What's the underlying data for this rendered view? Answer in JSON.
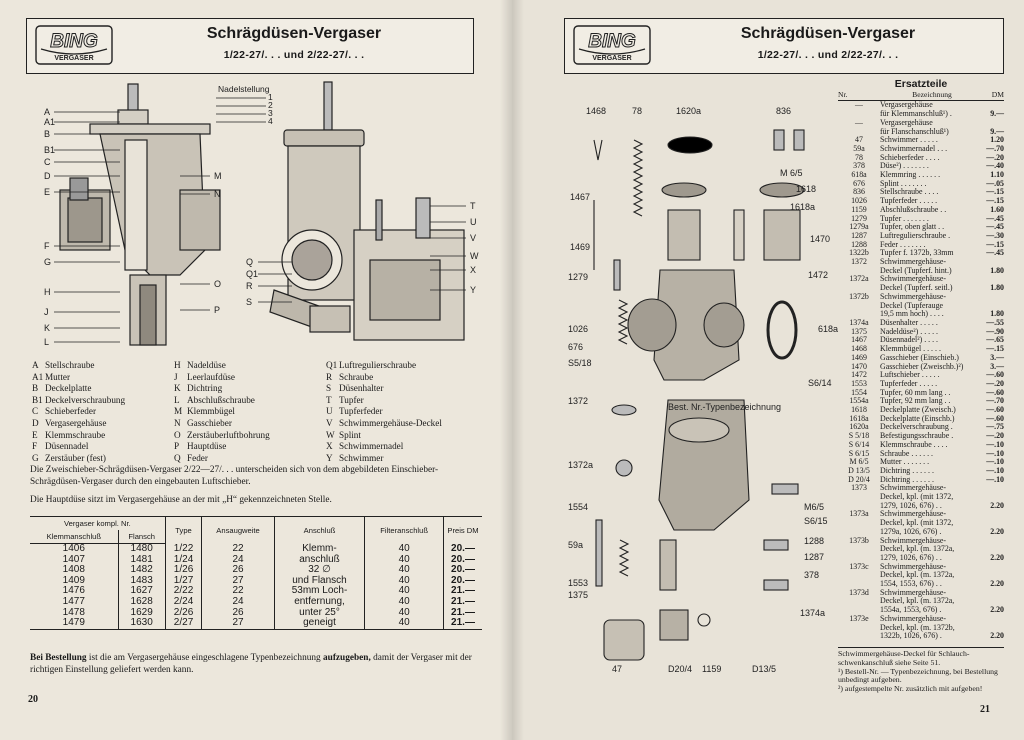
{
  "brand": {
    "name": "BING",
    "sub": "VERGASER"
  },
  "left": {
    "title": "Schrägdüsen-Vergaser",
    "subtitle": "1/22-27/. . .  und  2/22-27/. . .",
    "nadel_label": "Nadelstellung",
    "nadel_positions": [
      "1",
      "2",
      "3",
      "4"
    ],
    "diagram_labels_left": [
      "A",
      "A1",
      "B",
      "B1",
      "C",
      "D",
      "E",
      "F",
      "G",
      "H",
      "J",
      "K",
      "L"
    ],
    "diagram_labels_mid": [
      "M",
      "N",
      "O",
      "P"
    ],
    "diagram_labels_right_inner": [
      "Q",
      "Q1",
      "R",
      "S"
    ],
    "diagram_labels_right": [
      "T",
      "U",
      "V",
      "W",
      "X",
      "Y"
    ],
    "legend_col1": [
      {
        "k": "A",
        "v": "Stellschraube"
      },
      {
        "k": "A1",
        "v": "Mutter"
      },
      {
        "k": "B",
        "v": "Deckelplatte"
      },
      {
        "k": "B1",
        "v": "Deckelverschraubung"
      },
      {
        "k": "C",
        "v": "Schieberfeder"
      },
      {
        "k": "D",
        "v": "Vergasergehäuse"
      },
      {
        "k": "E",
        "v": "Klemmschraube"
      },
      {
        "k": "F",
        "v": "Düsennadel"
      },
      {
        "k": "G",
        "v": "Zerstäuber (fest)"
      }
    ],
    "legend_col2": [
      {
        "k": "H",
        "v": "Nadeldüse"
      },
      {
        "k": "J",
        "v": "Leerlaufdüse"
      },
      {
        "k": "K",
        "v": "Dichtring"
      },
      {
        "k": "L",
        "v": "Abschlußschraube"
      },
      {
        "k": "M",
        "v": "Klemmbügel"
      },
      {
        "k": "N",
        "v": "Gasschieber"
      },
      {
        "k": "O",
        "v": "Zerstäuberluftbohrung"
      },
      {
        "k": "P",
        "v": "Hauptdüse"
      },
      {
        "k": "Q",
        "v": "Feder"
      }
    ],
    "legend_col3": [
      {
        "k": "Q1",
        "v": "Luftregulierschraube"
      },
      {
        "k": "R",
        "v": "Schraube"
      },
      {
        "k": "S",
        "v": "Düsenhalter"
      },
      {
        "k": "T",
        "v": "Tupfer"
      },
      {
        "k": "U",
        "v": "Tupferfeder"
      },
      {
        "k": "V",
        "v": "Schwimmergehäuse-Deckel"
      },
      {
        "k": "W",
        "v": "Splint"
      },
      {
        "k": "X",
        "v": "Schwimmernadel"
      },
      {
        "k": "Y",
        "v": "Schwimmer"
      }
    ],
    "para1": "Die Zweischieber-Schrägdüsen-Vergaser 2/22—27/. . . unterscheiden sich von dem abgebildeten Einschieber-Schrägdüsen-Vergaser durch den eingebauten Luftschieber.",
    "para2": "Die Hauptdüse sitzt im Vergasergehäuse an der mit „H“ gekennzeichneten Stelle.",
    "table": {
      "h_kompl": "Vergaser kompl. Nr.",
      "h_klemm": "Klemmanschluß",
      "h_flansch": "Flansch",
      "h_type": "Type",
      "h_ansaug": "Ansaugweite",
      "h_anschluss": "Anschluß",
      "h_filter": "Filteranschluß",
      "h_preis": "Preis DM",
      "anschluss_text": [
        "Klemm-",
        "anschluß",
        "32 ∅",
        "und Flansch",
        "53mm Loch-",
        "entfernung,",
        "unter 25°",
        "geneigt"
      ],
      "rows": [
        {
          "klemm": "1406",
          "flansch": "1480",
          "type": "1/22",
          "ansaug": "22",
          "filter": "40",
          "preis": "20.—"
        },
        {
          "klemm": "1407",
          "flansch": "1481",
          "type": "1/24",
          "ansaug": "24",
          "filter": "40",
          "preis": "20.—"
        },
        {
          "klemm": "1408",
          "flansch": "1482",
          "type": "1/26",
          "ansaug": "26",
          "filter": "40",
          "preis": "20.—"
        },
        {
          "klemm": "1409",
          "flansch": "1483",
          "type": "1/27",
          "ansaug": "27",
          "filter": "40",
          "preis": "20.—"
        },
        {
          "klemm": "1476",
          "flansch": "1627",
          "type": "2/22",
          "ansaug": "22",
          "filter": "40",
          "preis": "21.—"
        },
        {
          "klemm": "1477",
          "flansch": "1628",
          "type": "2/24",
          "ansaug": "24",
          "filter": "40",
          "preis": "21.—"
        },
        {
          "klemm": "1478",
          "flansch": "1629",
          "type": "2/26",
          "ansaug": "26",
          "filter": "40",
          "preis": "21.—"
        },
        {
          "klemm": "1479",
          "flansch": "1630",
          "type": "2/27",
          "ansaug": "27",
          "filter": "40",
          "preis": "21.—"
        }
      ]
    },
    "order_bold1": "Bei Bestellung",
    "order_mid1": " ist die am Vergasergehäuse eingeschlagene Typenbezeichnung ",
    "order_bold2": "aufzugeben,",
    "order_rest": " damit der Vergaser mit der richtigen Einstellung geliefert werden kann.",
    "page_number": "20"
  },
  "right": {
    "title": "Schrägdüsen-Vergaser",
    "subtitle": "1/22-27/. . .  und  2/22-27/. . .",
    "explode_labels": [
      "1468",
      "78",
      "1620a",
      "836",
      "M 6/5",
      "1618",
      "1618a",
      "1467",
      "1470",
      "1469",
      "1472",
      "1279",
      "618a",
      "1026",
      "676",
      "S5/18",
      "S6/14",
      "1372",
      "Best. Nr.-Typenbezeichnung",
      "1372a",
      "1554",
      "M6/5",
      "S6/15",
      "1288",
      "59a",
      "1287",
      "378",
      "1553",
      "1375",
      "1374a",
      "47",
      "D20/4",
      "1159",
      "D13/5"
    ],
    "parts_title": "Ersatzteile",
    "h_nr": "Nr.",
    "h_bez": "Bezeichnung",
    "h_dm": "DM",
    "parts": [
      {
        "n": "—",
        "b": "Vergasergehäuse",
        "d": ""
      },
      {
        "n": "",
        "b": "für Klemmanschluß¹) .",
        "d": "9.—"
      },
      {
        "n": "—",
        "b": "Vergasergehäuse",
        "d": ""
      },
      {
        "n": "",
        "b": "für Flanschanschluß¹)",
        "d": "9.—"
      },
      {
        "n": "47",
        "b": "Schwimmer . . . . .",
        "d": "1.20"
      },
      {
        "n": "59a",
        "b": "Schwimmernadel . . .",
        "d": "—.70"
      },
      {
        "n": "78",
        "b": "Schieberfeder . . . .",
        "d": "—.20"
      },
      {
        "n": "378",
        "b": "Düse²) . . . . . . .",
        "d": "—.40"
      },
      {
        "n": "618a",
        "b": "Klemmring . . . . . .",
        "d": "1.10"
      },
      {
        "n": "676",
        "b": "Splint . . . . . . .",
        "d": "—.05"
      },
      {
        "n": "836",
        "b": "Stellschraube . . . .",
        "d": "—.15"
      },
      {
        "n": "1026",
        "b": "Tupferfeder . . . . .",
        "d": "—.15"
      },
      {
        "n": "1159",
        "b": "Abschlußschraube . .",
        "d": "1.60"
      },
      {
        "n": "1279",
        "b": "Tupfer . . . . . . .",
        "d": "—.45"
      },
      {
        "n": "1279a",
        "b": "Tupfer, oben glatt . .",
        "d": "—.45"
      },
      {
        "n": "1287",
        "b": "Luftregulierschraube .",
        "d": "—.30"
      },
      {
        "n": "1288",
        "b": "Feder . . . . . . .",
        "d": "—.15"
      },
      {
        "n": "1322b",
        "b": "Tupfer f. 1372b, 33mm",
        "d": "—.45"
      },
      {
        "n": "1372",
        "b": "Schwimmergehäuse-",
        "d": ""
      },
      {
        "n": "",
        "b": "Deckel (Tupferf. hint.)",
        "d": "1.80"
      },
      {
        "n": "1372a",
        "b": "Schwimmergehäuse-",
        "d": ""
      },
      {
        "n": "",
        "b": "Deckel (Tupferf. seitl.)",
        "d": "1.80"
      },
      {
        "n": "1372b",
        "b": "Schwimmergehäuse-",
        "d": ""
      },
      {
        "n": "",
        "b": "Deckel (Tupferauge",
        "d": ""
      },
      {
        "n": "",
        "b": "19,5 mm hoch) . . . .",
        "d": "1.80"
      },
      {
        "n": "1374a",
        "b": "Düsenhalter . . . . .",
        "d": "—.55"
      },
      {
        "n": "1375",
        "b": "Nadeldüse²) . . . . .",
        "d": "—.90"
      },
      {
        "n": "1467",
        "b": "Düsennadel²) . . . .",
        "d": "—.65"
      },
      {
        "n": "1468",
        "b": "Klemmbügel . . . . .",
        "d": "—.15"
      },
      {
        "n": "1469",
        "b": "Gasschieber (Einschieb.)",
        "d": "3.—"
      },
      {
        "n": "1470",
        "b": "Gasschieber (Zweischb.)²)",
        "d": "3.—"
      },
      {
        "n": "1472",
        "b": "Luftschieber . . . . .",
        "d": "—.60"
      },
      {
        "n": "1553",
        "b": "Tupferfeder . . . . .",
        "d": "—.20"
      },
      {
        "n": "1554",
        "b": "Tupfer, 60 mm lang . .",
        "d": "—.60"
      },
      {
        "n": "1554a",
        "b": "Tupfer, 92 mm lang . .",
        "d": "—.70"
      },
      {
        "n": "1618",
        "b": "Deckelplatte (Zweisch.)",
        "d": "—.60"
      },
      {
        "n": "1618a",
        "b": "Deckelplatte (Einschb.)",
        "d": "—.60"
      },
      {
        "n": "1620a",
        "b": "Deckelverschraubung .",
        "d": "—.75"
      },
      {
        "n": "S 5/18",
        "b": "Befestigungsschraube .",
        "d": "—.20"
      },
      {
        "n": "S 6/14",
        "b": "Klemmschraube . . . .",
        "d": "—.10"
      },
      {
        "n": "S 6/15",
        "b": "Schraube . . . . . .",
        "d": "—.10"
      },
      {
        "n": "M 6/5",
        "b": "Mutter . . . . . . .",
        "d": "—.10"
      },
      {
        "n": "D 13/5",
        "b": "Dichtring . . . . . .",
        "d": "—.10"
      },
      {
        "n": "D 20/4",
        "b": "Dichtring . . . . . .",
        "d": "—.10"
      },
      {
        "n": "1373",
        "b": "Schwimmergehäuse-",
        "d": ""
      },
      {
        "n": "",
        "b": "Deckel, kpl. (mit 1372,",
        "d": ""
      },
      {
        "n": "",
        "b": "1279, 1026, 676) . .",
        "d": "2.20"
      },
      {
        "n": "1373a",
        "b": "Schwimmergehäuse-",
        "d": ""
      },
      {
        "n": "",
        "b": "Deckel, kpl. (mit 1372,",
        "d": ""
      },
      {
        "n": "",
        "b": "1279a, 1026, 676) .",
        "d": "2.20"
      },
      {
        "n": "1373b",
        "b": "Schwimmergehäuse-",
        "d": ""
      },
      {
        "n": "",
        "b": "Deckel, kpl. (m. 1372a,",
        "d": ""
      },
      {
        "n": "",
        "b": "1279, 1026, 676) . .",
        "d": "2.20"
      },
      {
        "n": "1373c",
        "b": "Schwimmergehäuse-",
        "d": ""
      },
      {
        "n": "",
        "b": "Deckel, kpl. (m. 1372a,",
        "d": ""
      },
      {
        "n": "",
        "b": "1554, 1553, 676) . .",
        "d": "2.20"
      },
      {
        "n": "1373d",
        "b": "Schwimmergehäuse-",
        "d": ""
      },
      {
        "n": "",
        "b": "Deckel, kpl. (m. 1372a,",
        "d": ""
      },
      {
        "n": "",
        "b": "1554a, 1553, 676) .",
        "d": "2.20"
      },
      {
        "n": "1373e",
        "b": "Schwimmergehäuse-",
        "d": ""
      },
      {
        "n": "",
        "b": "Deckel, kpl. (m. 1372b,",
        "d": ""
      },
      {
        "n": "",
        "b": "1322b, 1026, 676) .",
        "d": "2.20"
      }
    ],
    "foot1": "Schwimmergehäuse-Deckel für Schlauch-schwenkanschluß siehe Seite 51.",
    "foot2": "¹) Bestell-Nr. — Typenbezeichnung, bei Bestellung unbedingt aufgeben.",
    "foot3": "²) aufgestempelte Nr. zusätzlich mit aufgeben!",
    "page_number": "21"
  }
}
